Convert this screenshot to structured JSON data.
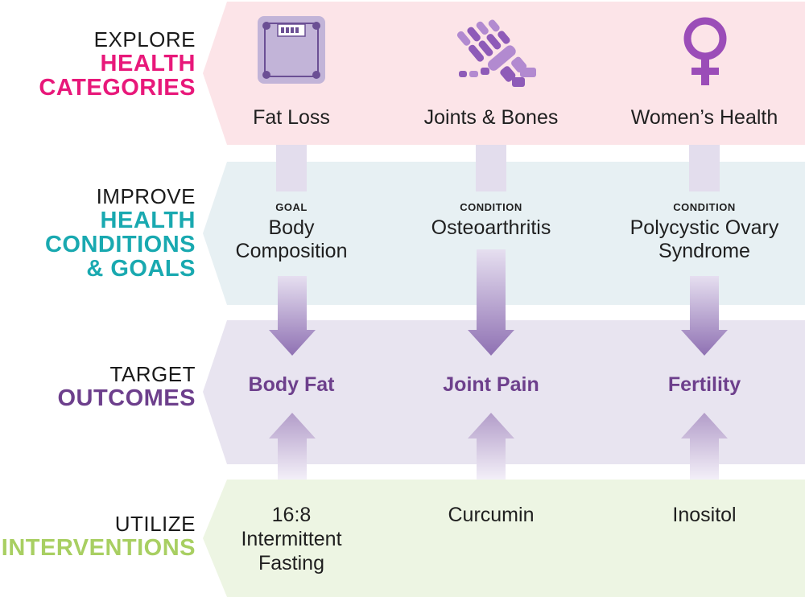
{
  "colors": {
    "pink_band": "#fce4e8",
    "blue_band": "#e7f0f3",
    "purple_band": "#e8e4f0",
    "green_band": "#edf5e3",
    "pink_text": "#e8187a",
    "teal_text": "#19a9b0",
    "purple_text": "#6d3f8c",
    "green_text": "#a8cf62",
    "icon_purple": "#9b59b6"
  },
  "rows": [
    {
      "id": "categories",
      "light": "EXPLORE",
      "bold_lines": [
        "HEALTH",
        "CATEGORIES"
      ]
    },
    {
      "id": "conditions",
      "light": "IMPROVE",
      "bold_lines": [
        "HEALTH",
        "CONDITIONS",
        "& GOALS"
      ]
    },
    {
      "id": "outcomes",
      "light": "TARGET",
      "bold_lines": [
        "OUTCOMES"
      ]
    },
    {
      "id": "interventions",
      "light": "UTILIZE",
      "bold_lines": [
        "INTERVENTIONS"
      ]
    }
  ],
  "columns": [
    {
      "category": "Fat Loss",
      "icon": "scale-icon",
      "tag": "GOAL",
      "condition_lines": [
        "Body",
        "Composition"
      ],
      "outcome": "Body Fat",
      "intervention_lines": [
        "16:8",
        "Intermittent",
        "Fasting"
      ]
    },
    {
      "category": "Joints & Bones",
      "icon": "hand-bones-icon",
      "tag": "CONDITION",
      "condition_lines": [
        "Osteoarthritis"
      ],
      "outcome": "Joint Pain",
      "intervention_lines": [
        "Curcumin"
      ]
    },
    {
      "category": "Women’s Health",
      "icon": "female-symbol-icon",
      "tag": "CONDITION",
      "condition_lines": [
        "Polycystic Ovary",
        "Syndrome"
      ],
      "outcome": "Fertility",
      "intervention_lines": [
        "Inositol"
      ]
    }
  ]
}
